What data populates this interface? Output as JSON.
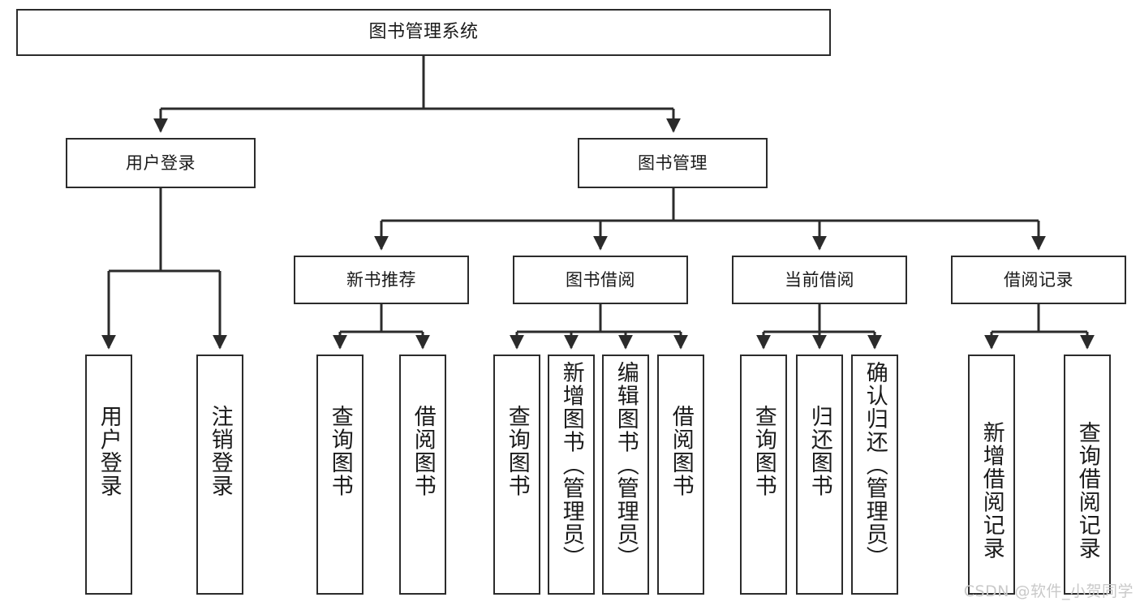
{
  "diagram": {
    "title": "图书管理系统",
    "type": "tree-hierarchy-chart",
    "root": {
      "label": "图书管理系统"
    },
    "level2": [
      {
        "label": "用户登录"
      },
      {
        "label": "图书管理"
      }
    ],
    "level3": [
      {
        "label": "新书推荐"
      },
      {
        "label": "图书借阅"
      },
      {
        "label": "当前借阅"
      },
      {
        "label": "借阅记录"
      }
    ],
    "leaves": {
      "user_login": [
        {
          "label": "用户登录"
        },
        {
          "label": "注销登录"
        }
      ],
      "new_book_recommend": [
        {
          "label": "查询图书"
        },
        {
          "label": "借阅图书"
        }
      ],
      "book_borrow": [
        {
          "label": "查询图书"
        },
        {
          "label": "新增图书（管理员）"
        },
        {
          "label": "编辑图书（管理员）"
        },
        {
          "label": "借阅图书"
        }
      ],
      "current_borrow": [
        {
          "label": "查询图书"
        },
        {
          "label": "归还图书"
        },
        {
          "label": "确认归还（管理员）"
        }
      ],
      "borrow_record": [
        {
          "label": "新增借阅记录"
        },
        {
          "label": "查询借阅记录"
        }
      ]
    }
  },
  "watermark": {
    "text": "CSDN @软件_小贺同学"
  },
  "colors": {
    "box_border": "#2b2b2b",
    "background": "#ffffff",
    "text": "#1a1a1a",
    "watermark": "#c9c9c9",
    "connector": "#2b2b2b"
  }
}
